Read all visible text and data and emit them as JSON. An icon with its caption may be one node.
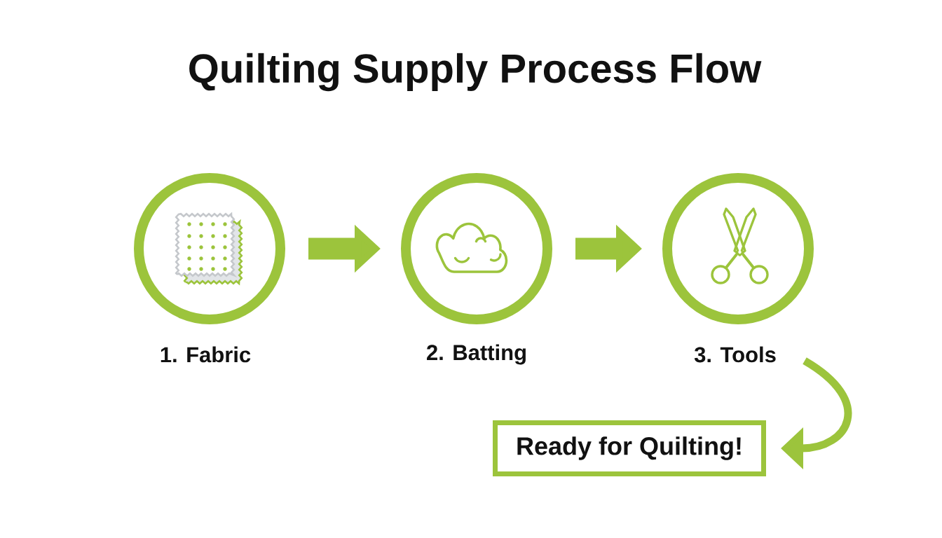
{
  "diagram": {
    "title": "Quilting Supply Process Flow",
    "nodes": [
      {
        "text": [
          "1. Fabric"
        ]
      },
      {
        "text": [
          "2. Batting"
        ]
      },
      {
        "text": [
          "3. Tools"
        ]
      },
      {
        "text": [
          "Ready for Quilting!"
        ]
      }
    ],
    "edges": [
      {
        "from": 0,
        "to": 1,
        "arrow": "to"
      },
      {
        "from": 1,
        "to": 2,
        "arrow": "to"
      },
      {
        "from": 2,
        "to": 3,
        "arrow": "to"
      }
    ]
  }
}
